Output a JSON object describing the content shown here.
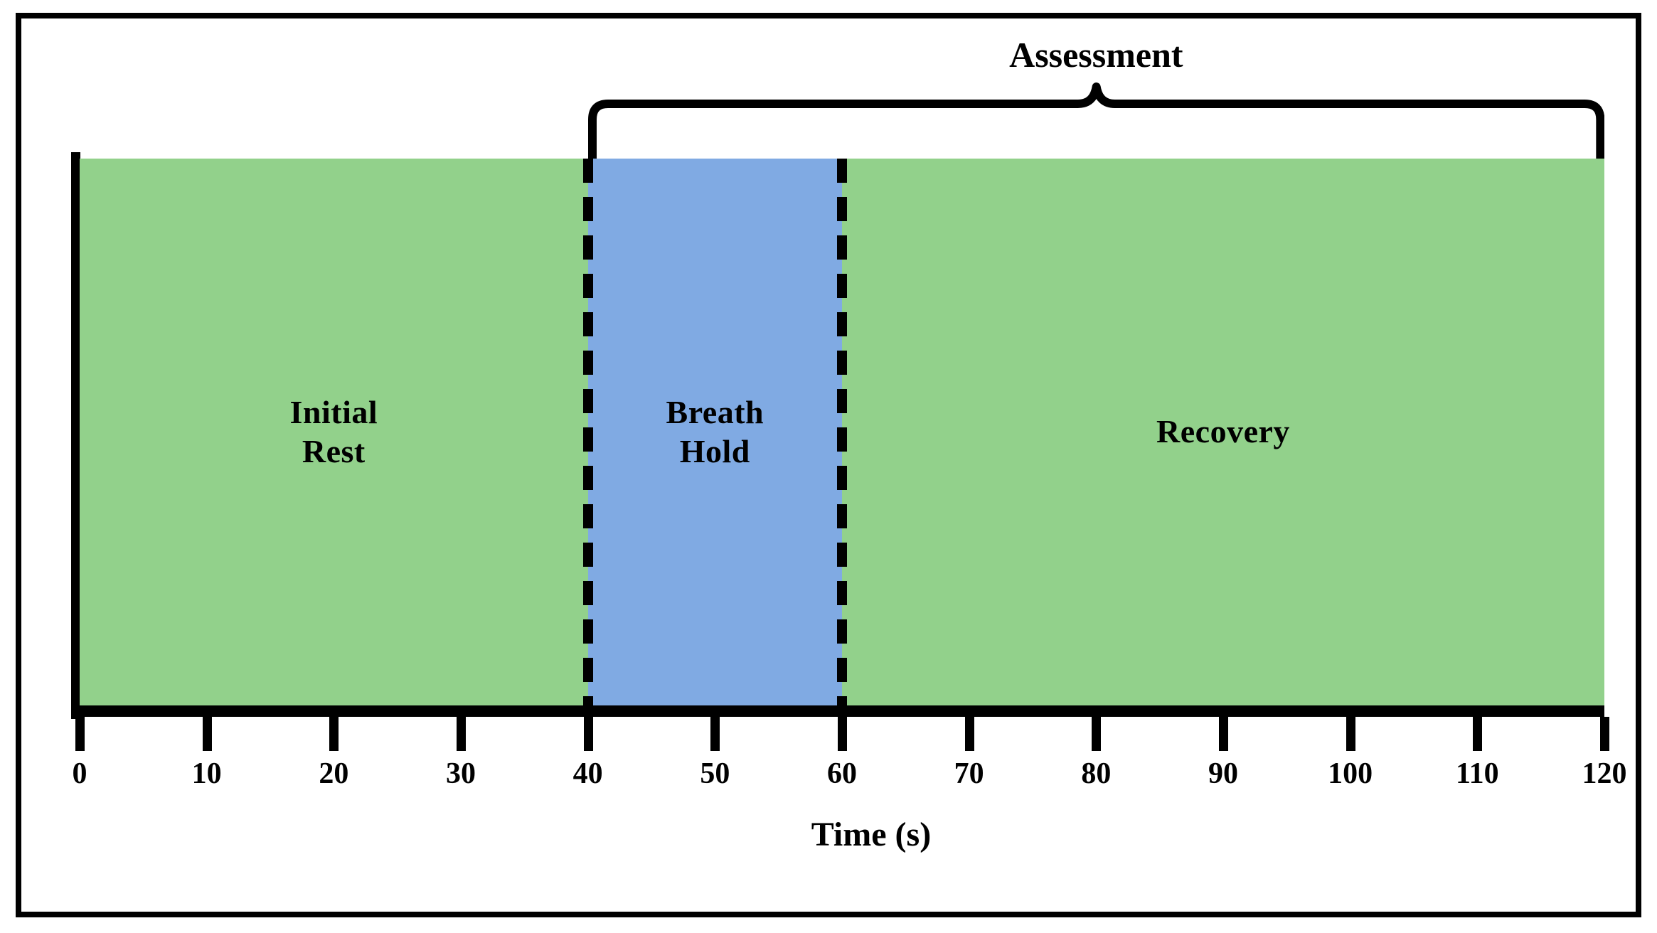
{
  "figure": {
    "title": "",
    "border_color": "#000000"
  },
  "chart_data": {
    "type": "bar",
    "title": "",
    "xlabel": "Time (s)",
    "ylabel": "",
    "xlim": [
      0,
      120
    ],
    "grid": false,
    "legend": "none",
    "orientation": "horizontal-timeline",
    "categories": [
      "Initial Rest",
      "Breath Hold",
      "Recovery"
    ],
    "x_tick_values": [
      0,
      10,
      20,
      30,
      40,
      50,
      60,
      70,
      80,
      90,
      100,
      110,
      120
    ],
    "x_tick_labels": [
      "0",
      "10",
      "20",
      "30",
      "40",
      "50",
      "60",
      "70",
      "80",
      "90",
      "100",
      "110",
      "120"
    ],
    "phases": [
      {
        "name": "initial-rest",
        "label": "Initial\nRest",
        "label_line1": "Initial",
        "label_line2": "Rest",
        "start": 0,
        "end": 40,
        "duration": 40,
        "color": "#92D18B"
      },
      {
        "name": "breath-hold",
        "label": "Breath\nHold",
        "label_line1": "Breath",
        "label_line2": "Hold",
        "start": 40,
        "end": 60,
        "duration": 20,
        "color": "#80AAE3"
      },
      {
        "name": "recovery",
        "label": "Recovery",
        "label_line1": "Recovery",
        "label_line2": "",
        "start": 60,
        "end": 120,
        "duration": 60,
        "color": "#92D18B"
      }
    ],
    "dividers": [
      {
        "name": "divider-40s",
        "at": 40,
        "style": "dashed"
      },
      {
        "name": "divider-60s",
        "at": 60,
        "style": "dashed"
      }
    ],
    "annotations": [
      {
        "name": "assessment-brace",
        "label": "Assessment",
        "span_start": 40,
        "span_end": 120,
        "type": "curly-brace-top"
      }
    ]
  },
  "colors": {
    "green": "#92D18B",
    "blue": "#80AAE3",
    "black": "#000000",
    "white": "#FFFFFF"
  }
}
